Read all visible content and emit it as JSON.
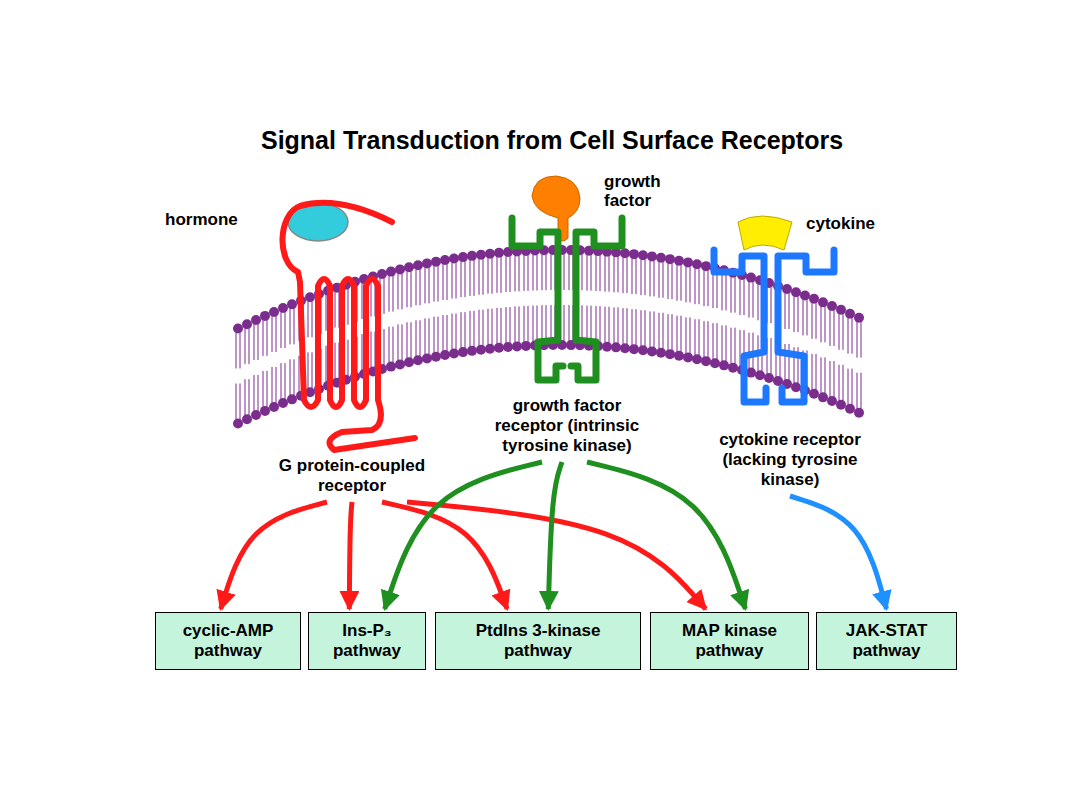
{
  "diagram": {
    "title": "Signal Transduction from Cell Surface Receptors",
    "nodes": [
      {
        "text": [
          "G protein-coupled receptor"
        ]
      },
      {
        "text": [
          "growth factor receptor (intrinsic tyrosine kinase)"
        ]
      },
      {
        "text": [
          "cytokine receptor (lacking tyrosine kinase)"
        ]
      },
      {
        "text": [
          "cyclic-AMP pathway"
        ]
      },
      {
        "text": [
          "Ins-P₃ pathway"
        ]
      },
      {
        "text": [
          "PtdIns 3-kinase pathway"
        ]
      },
      {
        "text": [
          "MAP kinase pathway"
        ]
      },
      {
        "text": [
          "JAK-STAT pathway"
        ]
      }
    ],
    "edges": [
      {
        "from": 0,
        "to": 3,
        "arrow": "to"
      },
      {
        "from": 0,
        "to": 4,
        "arrow": "to"
      },
      {
        "from": 0,
        "to": 5,
        "arrow": "to"
      },
      {
        "from": 0,
        "to": 6,
        "arrow": "to"
      },
      {
        "from": 1,
        "to": 4,
        "arrow": "to"
      },
      {
        "from": 1,
        "to": 5,
        "arrow": "to"
      },
      {
        "from": 1,
        "to": 6,
        "arrow": "to"
      },
      {
        "from": 2,
        "to": 7,
        "arrow": "to"
      }
    ],
    "labels": [
      "hormone",
      "growth factor",
      "cytokine"
    ]
  }
}
